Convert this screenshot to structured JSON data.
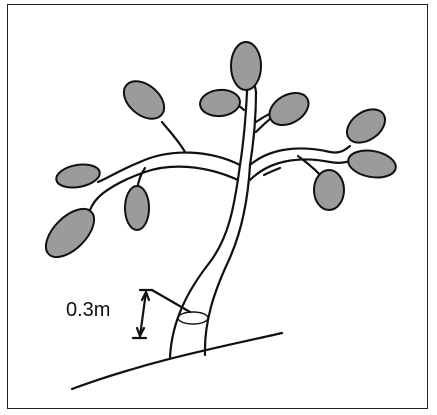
{
  "diagram": {
    "measurement_label": "0.3m",
    "colors": {
      "leaf_fill": "#9b9b9b",
      "outline": "#111111",
      "background": "#ffffff"
    },
    "elements": [
      "ground",
      "trunk",
      "branches",
      "leaves",
      "measurement-marker"
    ]
  }
}
